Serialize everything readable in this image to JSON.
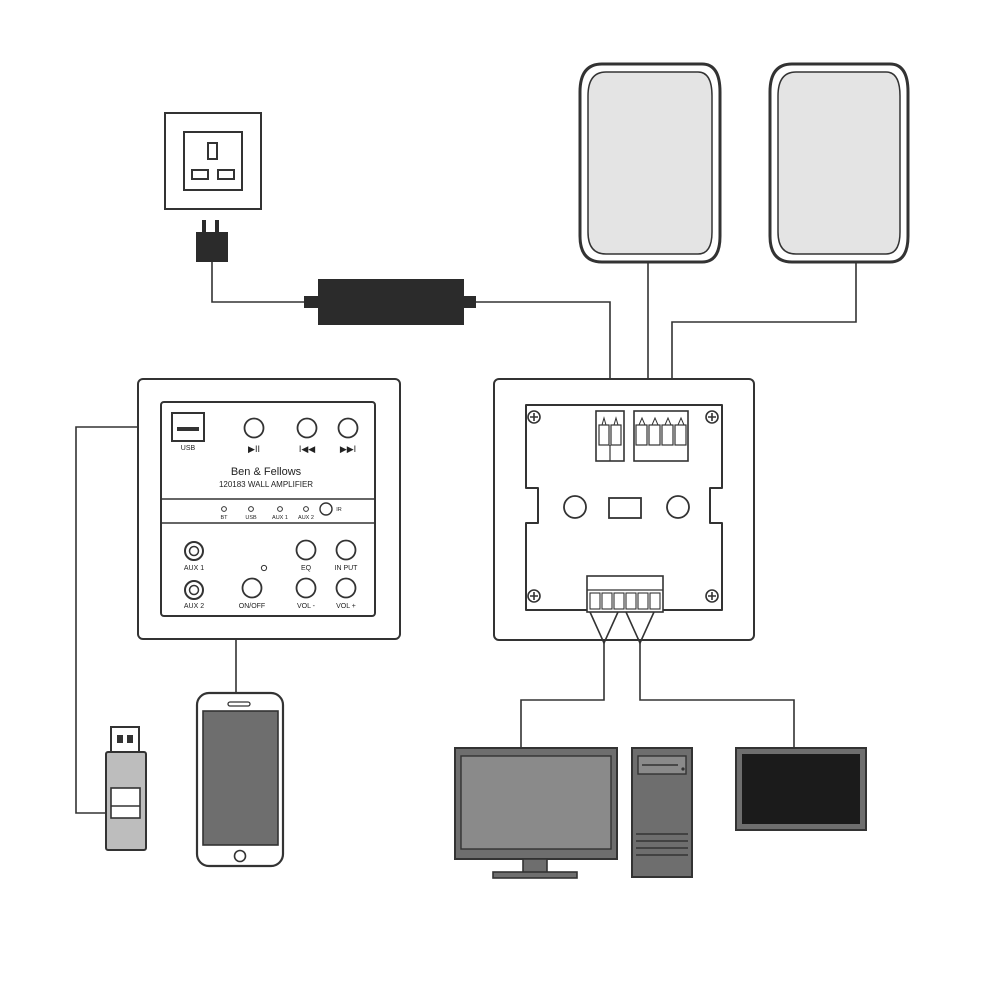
{
  "amplifier": {
    "brand": "Ben & Fellows",
    "model": "120183 WALL AMPLIFIER",
    "usb_label": "USB",
    "transport_buttons": [
      {
        "glyph": "▶II"
      },
      {
        "glyph": "I◀◀"
      },
      {
        "glyph": "▶▶I"
      }
    ],
    "indicators": [
      "BT",
      "USB",
      "AUX 1",
      "AUX 2"
    ],
    "ir_label": "IR",
    "inputs": {
      "aux1": "AUX 1",
      "aux2": "AUX 2"
    },
    "buttons": {
      "on_off": "ON/OFF",
      "eq": "EQ",
      "input": "IN PUT",
      "vol_down": "VOL -",
      "vol_up": "VOL +"
    }
  },
  "colors": {
    "line": "#333333",
    "dark": "#2b2b2b",
    "speaker_face": "#e4e4e4",
    "device_grey": "#6e6e6e",
    "screen_dark": "#1b1b1b",
    "light_grey": "#bdbdbd",
    "white": "#ffffff"
  },
  "icons": {
    "outlet": "uk-wall-socket-icon",
    "plug": "power-plug-icon",
    "adapter": "power-adapter-icon",
    "speaker": "wall-speaker-icon",
    "usb_stick": "usb-stick-icon",
    "phone": "smartphone-icon",
    "monitor": "monitor-icon",
    "tower": "pc-tower-icon",
    "tv": "tv-icon"
  }
}
